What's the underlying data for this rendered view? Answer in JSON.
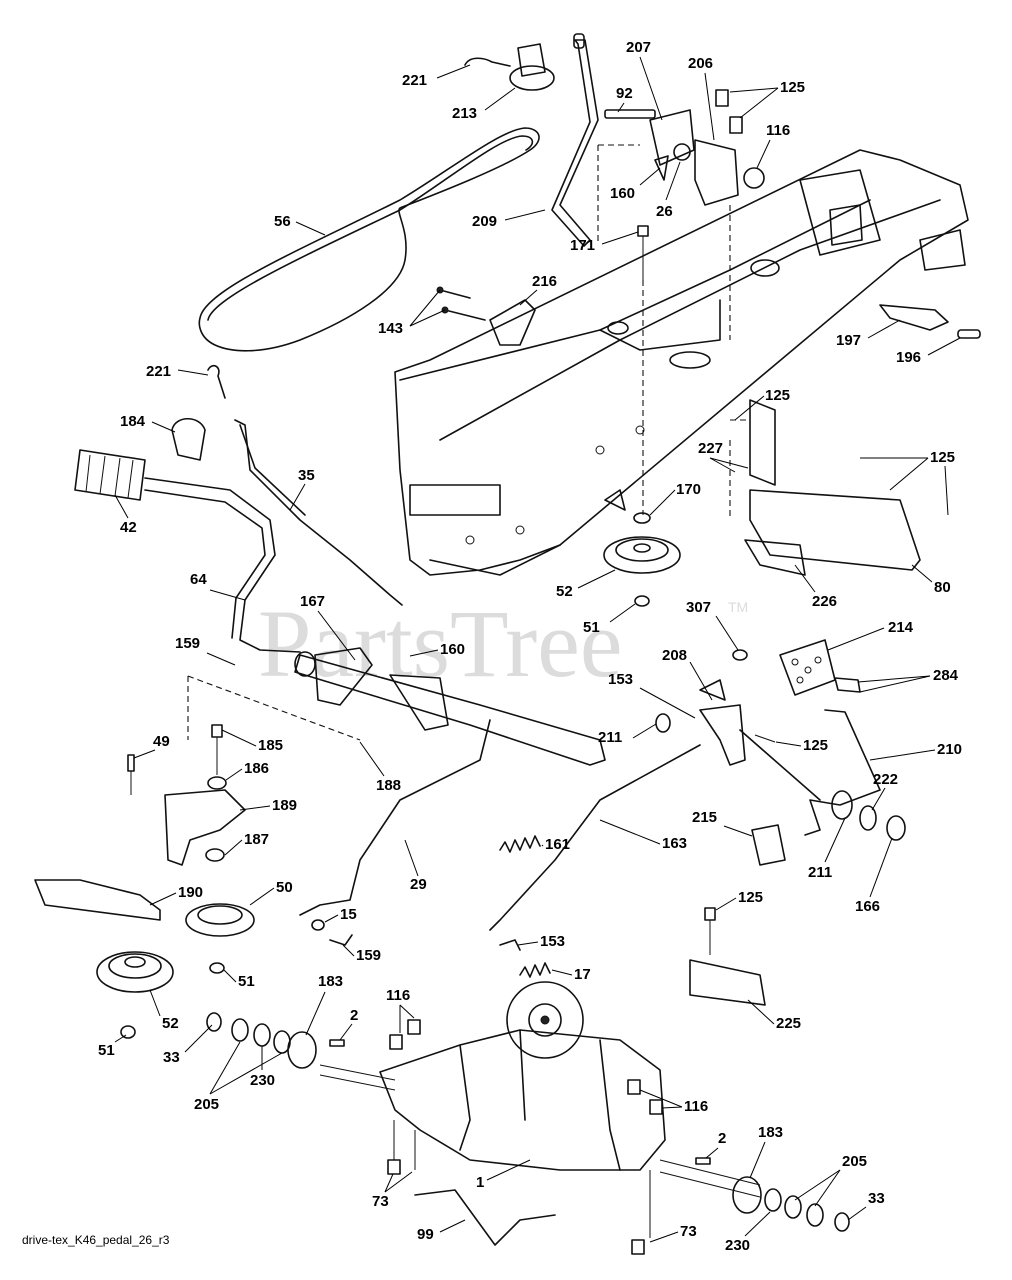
{
  "watermark": {
    "text": "PartsTree",
    "trademark": "TM"
  },
  "footer": {
    "filename": "drive-tex_K46_pedal_26_r3"
  },
  "callouts": [
    {
      "id": "c221a",
      "label": "221"
    },
    {
      "id": "c213",
      "label": "213"
    },
    {
      "id": "c207",
      "label": "207"
    },
    {
      "id": "c206",
      "label": "206"
    },
    {
      "id": "c125a",
      "label": "125"
    },
    {
      "id": "c92",
      "label": "92"
    },
    {
      "id": "c116a",
      "label": "116"
    },
    {
      "id": "c160a",
      "label": "160"
    },
    {
      "id": "c26",
      "label": "26"
    },
    {
      "id": "c56",
      "label": "56"
    },
    {
      "id": "c209",
      "label": "209"
    },
    {
      "id": "c171",
      "label": "171"
    },
    {
      "id": "c216",
      "label": "216"
    },
    {
      "id": "c143",
      "label": "143"
    },
    {
      "id": "c197",
      "label": "197"
    },
    {
      "id": "c196",
      "label": "196"
    },
    {
      "id": "c221b",
      "label": "221"
    },
    {
      "id": "c184",
      "label": "184"
    },
    {
      "id": "c125b",
      "label": "125"
    },
    {
      "id": "c227",
      "label": "227"
    },
    {
      "id": "c125c",
      "label": "125"
    },
    {
      "id": "c35",
      "label": "35"
    },
    {
      "id": "c42",
      "label": "42"
    },
    {
      "id": "c170",
      "label": "170"
    },
    {
      "id": "c52a",
      "label": "52"
    },
    {
      "id": "c80",
      "label": "80"
    },
    {
      "id": "c226",
      "label": "226"
    },
    {
      "id": "c64",
      "label": "64"
    },
    {
      "id": "c167",
      "label": "167"
    },
    {
      "id": "c160b",
      "label": "160"
    },
    {
      "id": "c51a",
      "label": "51"
    },
    {
      "id": "c307",
      "label": "307"
    },
    {
      "id": "c214",
      "label": "214"
    },
    {
      "id": "c159a",
      "label": "159"
    },
    {
      "id": "c208",
      "label": "208"
    },
    {
      "id": "c153a",
      "label": "153"
    },
    {
      "id": "c284",
      "label": "284"
    },
    {
      "id": "c49",
      "label": "49"
    },
    {
      "id": "c185",
      "label": "185"
    },
    {
      "id": "c211a",
      "label": "211"
    },
    {
      "id": "c125d",
      "label": "125"
    },
    {
      "id": "c210",
      "label": "210"
    },
    {
      "id": "c186",
      "label": "186"
    },
    {
      "id": "c188",
      "label": "188"
    },
    {
      "id": "c189",
      "label": "189"
    },
    {
      "id": "c222",
      "label": "222"
    },
    {
      "id": "c187",
      "label": "187"
    },
    {
      "id": "c161",
      "label": "161"
    },
    {
      "id": "c163",
      "label": "163"
    },
    {
      "id": "c215",
      "label": "215"
    },
    {
      "id": "c211b",
      "label": "211"
    },
    {
      "id": "c29",
      "label": "29"
    },
    {
      "id": "c166",
      "label": "166"
    },
    {
      "id": "c190",
      "label": "190"
    },
    {
      "id": "c50",
      "label": "50"
    },
    {
      "id": "c125e",
      "label": "125"
    },
    {
      "id": "c15",
      "label": "15"
    },
    {
      "id": "c159b",
      "label": "159"
    },
    {
      "id": "c153b",
      "label": "153"
    },
    {
      "id": "c51b",
      "label": "51"
    },
    {
      "id": "c17",
      "label": "17"
    },
    {
      "id": "c183a",
      "label": "183"
    },
    {
      "id": "c116b",
      "label": "116"
    },
    {
      "id": "c2a",
      "label": "2"
    },
    {
      "id": "c225",
      "label": "225"
    },
    {
      "id": "c51c",
      "label": "51"
    },
    {
      "id": "c52b",
      "label": "52"
    },
    {
      "id": "c33a",
      "label": "33"
    },
    {
      "id": "c230a",
      "label": "230"
    },
    {
      "id": "c205a",
      "label": "205"
    },
    {
      "id": "c116c",
      "label": "116"
    },
    {
      "id": "c2b",
      "label": "2"
    },
    {
      "id": "c183b",
      "label": "183"
    },
    {
      "id": "c205b",
      "label": "205"
    },
    {
      "id": "c1",
      "label": "1"
    },
    {
      "id": "c73a",
      "label": "73"
    },
    {
      "id": "c33b",
      "label": "33"
    },
    {
      "id": "c99",
      "label": "99"
    },
    {
      "id": "c73b",
      "label": "73"
    },
    {
      "id": "c230b",
      "label": "230"
    }
  ]
}
